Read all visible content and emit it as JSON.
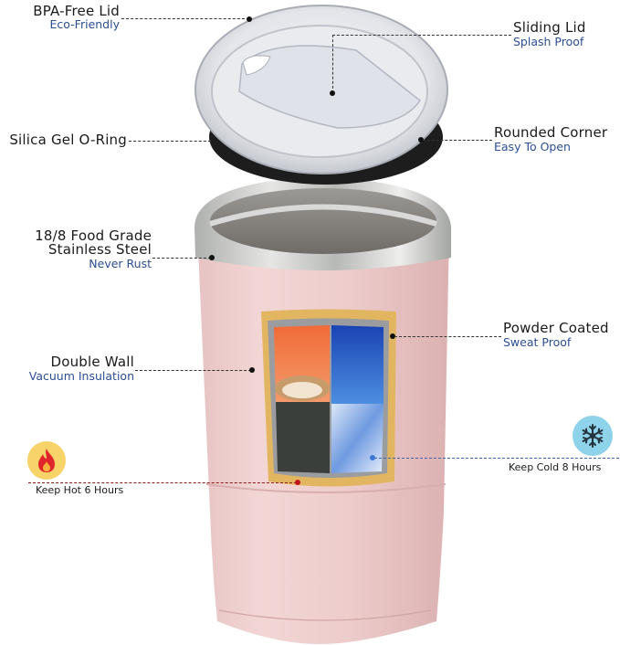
{
  "callouts": {
    "bpa_free_lid": {
      "title": "BPA-Free Lid",
      "subtitle": "Eco-Friendly"
    },
    "sliding_lid": {
      "title": "Sliding Lid",
      "subtitle": "Splash Proof"
    },
    "silica_gel_o_ring": {
      "title": "Silica Gel O-Ring"
    },
    "rounded_corner": {
      "title": "Rounded Corner",
      "subtitle": "Easy To Open"
    },
    "stainless_steel": {
      "title_line1": "18/8 Food Grade",
      "title_line2": "Stainless Steel",
      "subtitle": "Never Rust"
    },
    "powder_coated": {
      "title": "Powder Coated",
      "subtitle": "Sweat Proof"
    },
    "double_wall": {
      "title": "Double Wall",
      "subtitle": "Vacuum Insulation"
    },
    "keep_hot": {
      "label": "Keep Hot 6 Hours",
      "icon": "flame-icon"
    },
    "keep_cold": {
      "label": "Keep Cold 8 Hours",
      "icon": "snowflake-icon"
    }
  },
  "colors": {
    "tumbler_body": "#e9c6c5",
    "steel_rim": "#c9cbc8",
    "subtitle_blue": "#2c4e93",
    "hot_icon_bg": "#f7d36a",
    "cold_icon_bg": "#8fd3ea",
    "label_frame": "#e0b45b"
  }
}
